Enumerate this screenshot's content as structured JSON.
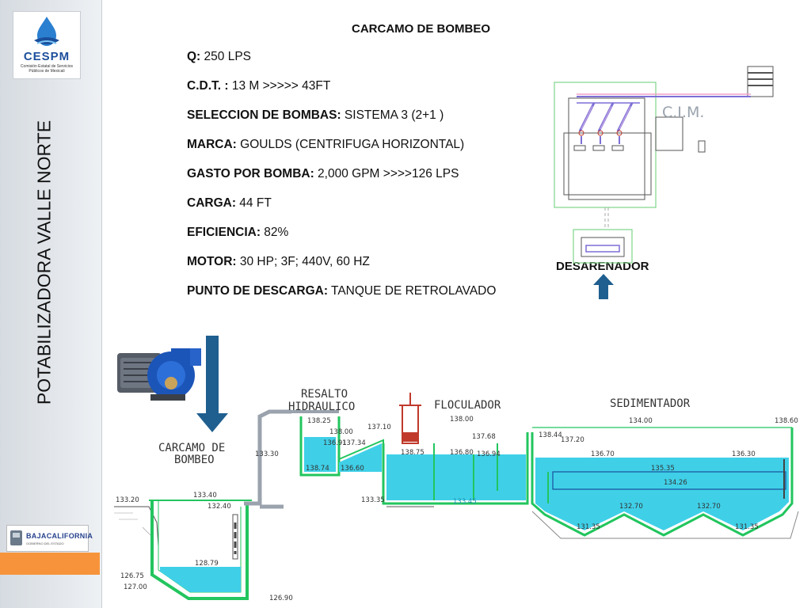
{
  "sidebar": {
    "logo_name": "CESPM",
    "logo_subtitle": "Comisión Estatal de Servicios Públicos de Mexicali",
    "vertical_title": "POTABILIZADORA   VALLE  NORTE",
    "state_logo": "BAJACALIFORNIA",
    "state_subtitle": "GOBIERNO DEL ESTADO"
  },
  "header": "CARCAMO DE BOMBEO",
  "specs": [
    {
      "label": "Q:",
      "value": " 250 LPS"
    },
    {
      "label": "C.D.T. :",
      "value": "  13 M >>>>> 43FT"
    },
    {
      "label": "SELECCION DE BOMBAS:",
      "value": "  SISTEMA  3 (2+1 )"
    },
    {
      "label": "MARCA:",
      "value": "  GOULDS (CENTRIFUGA HORIZONTAL)"
    },
    {
      "label": "GASTO POR BOMBA:",
      "value": "   2,000 GPM >>>>126 LPS"
    },
    {
      "label": "CARGA:",
      "value": " 44 FT"
    },
    {
      "label": "EFICIENCIA:",
      "value": " 82%"
    },
    {
      "label": "MOTOR:",
      "value": " 30 HP; 3F;  440V, 60 HZ"
    },
    {
      "label": "PUNTO DE DESCARGA:",
      "value": " TANQUE DE RETROLAVADO"
    }
  ],
  "plan": {
    "cim_label": "C.I.M.",
    "desarenador_label": "DESARENADOR"
  },
  "profile": {
    "section_labels": {
      "resalto_1": "RESALTO",
      "resalto_2": "HIDRAULICO",
      "floculador": "FLOCULADOR",
      "sedimentador": "SEDIMENTADOR",
      "carcamo_1": "CARCAMO DE",
      "carcamo_2": "BOMBEO"
    },
    "elevations": [
      "133.20",
      "133.40",
      "132.40",
      "128.79",
      "126.75",
      "127.00",
      "126.90",
      "133.30",
      "138.25",
      "138.00",
      "138.74",
      "136.91",
      "137.34",
      "137.10",
      "136.60",
      "133.35",
      "138.75",
      "138.00",
      "137.68",
      "136.80",
      "136.94",
      "138.44",
      "137.20",
      "134.00",
      "136.70",
      "135.35",
      "134.26",
      "132.70",
      "132.70",
      "131.35",
      "131.35",
      "136.30",
      "138.60"
    ],
    "elevation_extra": "133.45"
  },
  "colors": {
    "water": "#3fd0e8",
    "structure": "#22c55e",
    "pipe": "#9aa3ad",
    "arrow": "#1f5f8f",
    "pump_body": "#1c55b8",
    "orange": "#f7943b"
  }
}
